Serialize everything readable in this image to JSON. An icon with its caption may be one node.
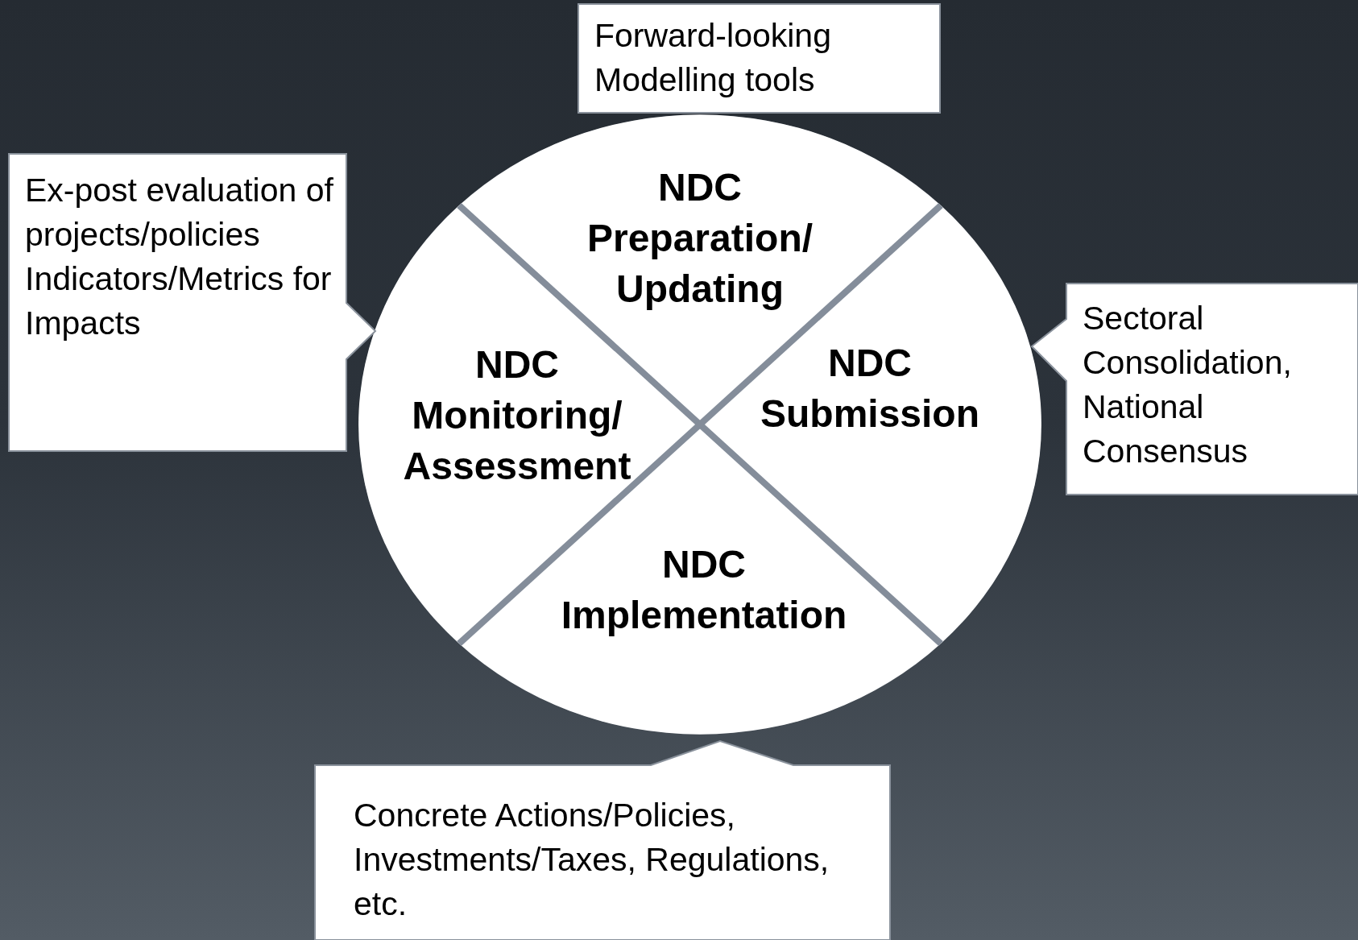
{
  "diagram": {
    "nodes": [
      {
        "text": [
          "NDC Preparation/ Updating"
        ]
      },
      {
        "text": [
          "NDC Submission"
        ]
      },
      {
        "text": [
          "NDC Implementation"
        ]
      },
      {
        "text": [
          "NDC Monitoring/ Assessment"
        ]
      },
      {
        "text": [
          "Forward-looking Modelling tools"
        ]
      },
      {
        "text": [
          "Ex-post evaluation of projects/policies",
          "Indicators/Metrics for Impacts"
        ]
      },
      {
        "text": [
          "Sectoral Consolidation, National Consensus"
        ]
      },
      {
        "text": [
          "Concrete Actions/Policies, Investments/Taxes, Regulations, etc."
        ]
      }
    ]
  }
}
